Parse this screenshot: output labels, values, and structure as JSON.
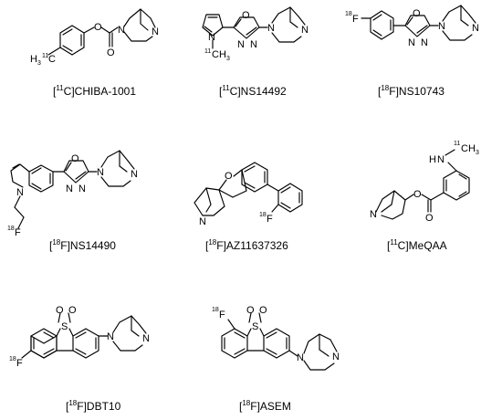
{
  "compounds": [
    {
      "iso": "11",
      "bracket_name": "C]CHIBA-1001",
      "atoms": {
        "h3": "H",
        "h3sub": "3",
        "iso": "11",
        "c": "C",
        "o1": "O",
        "o2": "O",
        "n1": "N",
        "n2": "N"
      }
    },
    {
      "iso": "11",
      "bracket_name": "C]NS14492",
      "atoms": {
        "n1": "N",
        "iso": "11",
        "ch3": "CH",
        "ch3sub": "3",
        "o": "O",
        "n2": "N",
        "n3": "N",
        "n4": "N",
        "n5": "N"
      }
    },
    {
      "iso": "18",
      "bracket_name": "F]NS10743",
      "atoms": {
        "iso": "18",
        "f": "F",
        "o": "O",
        "n2": "N",
        "n3": "N",
        "n4": "N",
        "n5": "N"
      }
    },
    {
      "iso": "18",
      "bracket_name": "F]NS14490",
      "atoms": {
        "n1": "N",
        "iso": "18",
        "f": "F",
        "o": "O",
        "n2": "N",
        "n3": "N",
        "n4": "N",
        "n5": "N"
      }
    },
    {
      "iso": "18",
      "bracket_name": "F]AZ11637326",
      "atoms": {
        "o": "O",
        "n": "N",
        "iso": "18",
        "f": "F"
      }
    },
    {
      "iso": "11",
      "bracket_name": "C]MeQAA",
      "atoms": {
        "h": "H",
        "n1": "N",
        "iso": "11",
        "ch3": "CH",
        "ch3sub": "3",
        "o1": "O",
        "o2": "O",
        "n2": "N"
      }
    },
    {
      "iso": "18",
      "bracket_name": "F]DBT10",
      "atoms": {
        "s": "S",
        "o1": "O",
        "o2": "O",
        "iso": "18",
        "f": "F",
        "n1": "N",
        "n2": "N"
      }
    },
    {
      "iso": "18",
      "bracket_name": "F]ASEM",
      "atoms": {
        "iso": "18",
        "f": "F",
        "s": "S",
        "o1": "O",
        "o2": "O",
        "n1": "N",
        "n2": "N"
      }
    }
  ]
}
